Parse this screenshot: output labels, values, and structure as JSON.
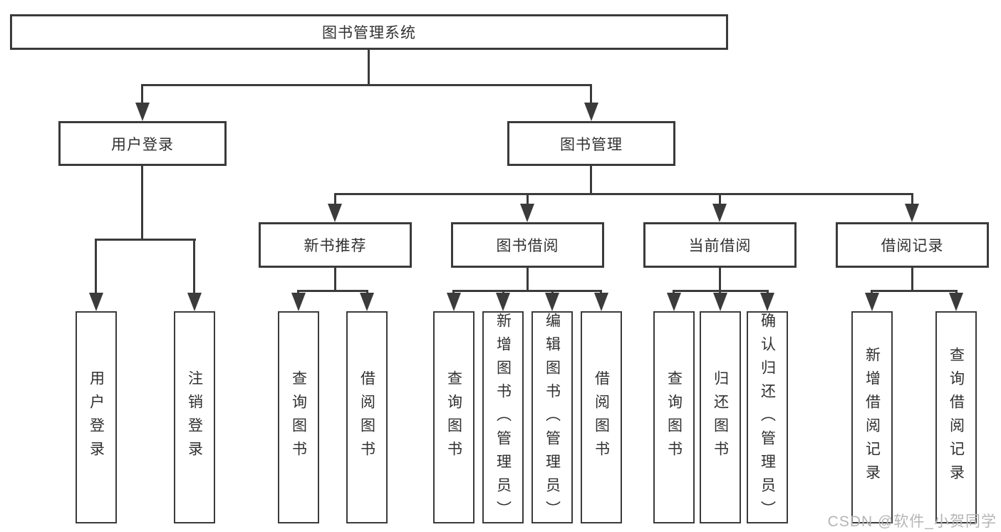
{
  "diagram": {
    "root": {
      "label": "图书管理系统"
    },
    "branches": [
      {
        "label": "用户登录",
        "children": [
          "用户登录",
          "注销登录"
        ]
      },
      {
        "label": "图书管理",
        "children": [
          {
            "label": "新书推荐",
            "children": [
              "查询图书",
              "借阅图书"
            ]
          },
          {
            "label": "图书借阅",
            "children": [
              "查询图书",
              "新增图书（管理员）",
              "编辑图书（管理员）",
              "借阅图书"
            ]
          },
          {
            "label": "当前借阅",
            "children": [
              "查询图书",
              "归还图书",
              "确认归还（管理员）"
            ]
          },
          {
            "label": "借阅记录",
            "children": [
              "新增借阅记录",
              "查询借阅记录"
            ]
          }
        ]
      }
    ]
  },
  "watermark": "CSDN @软件_小贺同学",
  "colors": {
    "line": "#3b3b3b",
    "text": "#303030",
    "watermark": "#b5b5b5",
    "background": "#ffffff"
  }
}
